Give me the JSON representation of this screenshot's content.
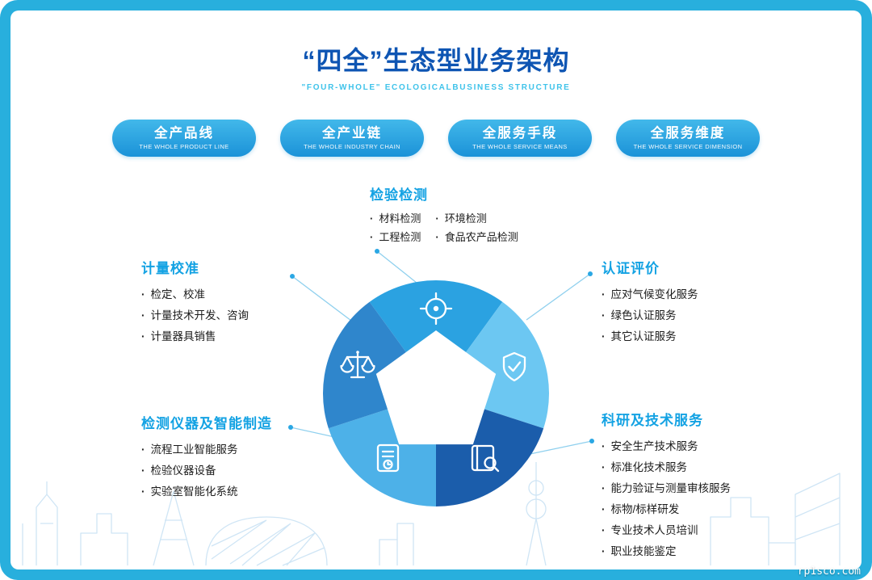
{
  "page": {
    "title": "“四全”生态型业务架构",
    "subtitle": "\"FOUR-WHOLE\" ECOLOGICALBUSINESS STRUCTURE",
    "watermark": "rp1sco.com"
  },
  "colors": {
    "frame": "#28afdd",
    "title_blue": "#0e55b3",
    "accent_cyan": "#13a2e3",
    "wedge_top": "#2ba2e1",
    "wedge_right": "#6cc7f2",
    "wedge_bottom": "#1b5dab",
    "wedge_bottom_left": "#4db1e8",
    "wedge_left": "#2f86cc"
  },
  "pills": [
    {
      "zh": "全产品线",
      "en": "THE WHOLE PRODUCT LINE"
    },
    {
      "zh": "全产业链",
      "en": "THE WHOLE INDUSTRY CHAIN"
    },
    {
      "zh": "全服务手段",
      "en": "THE WHOLE SERVICE MEANS"
    },
    {
      "zh": "全服务维度",
      "en": "THE WHOLE SERVICE DIMENSION"
    }
  ],
  "sections": {
    "inspection": {
      "title": "检验检测",
      "col1": [
        "材料检测",
        "工程检测"
      ],
      "col2": [
        "环境检测",
        "食品农产品检测"
      ]
    },
    "metrology": {
      "title": "计量校准",
      "items": [
        "检定、校准",
        "计量技术开发、咨询",
        "计量器具销售"
      ]
    },
    "certification": {
      "title": "认证评价",
      "items": [
        "应对气候变化服务",
        "绿色认证服务",
        "其它认证服务"
      ]
    },
    "instruments": {
      "title": "检测仪器及智能制造",
      "items": [
        "流程工业智能服务",
        "检验仪器设备",
        "实验室智能化系统"
      ]
    },
    "research": {
      "title": "科研及技术服务",
      "items": [
        "安全生产技术服务",
        "标准化技术服务",
        "能力验证与测量审核服务",
        "标物/标样研发",
        "专业技术人员培训",
        "职业技能鉴定"
      ]
    }
  },
  "icons": [
    "target-icon",
    "shield-check-icon",
    "book-search-icon",
    "certificate-seal-icon",
    "balance-scale-icon"
  ]
}
